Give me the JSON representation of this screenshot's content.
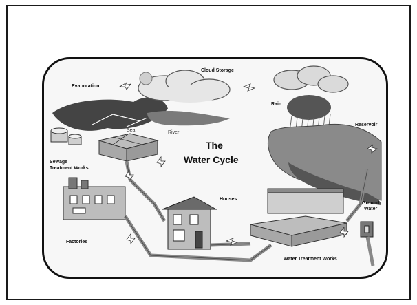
{
  "diagram": {
    "title_line1": "The",
    "title_line2": "Water Cycle",
    "labels": {
      "evaporation": "Evaporation",
      "cloud_storage": "Cloud Storage",
      "rain": "Rain",
      "reservoir": "Reservoir",
      "sea": "Sea",
      "river": "River",
      "sewage": "Sewage",
      "treatment_works": "Treatment Works",
      "factories": "Factories",
      "houses": "Houses",
      "ground_water_1": "Ground",
      "ground_water_2": "Water",
      "water_treatment_works": "Water Treatment Works"
    },
    "colors": {
      "frame": "#1a1a1a",
      "water": "#555555",
      "land": "#9a9a9a",
      "building": "#bdbdbd",
      "cloud": "#e6e6e6"
    }
  }
}
